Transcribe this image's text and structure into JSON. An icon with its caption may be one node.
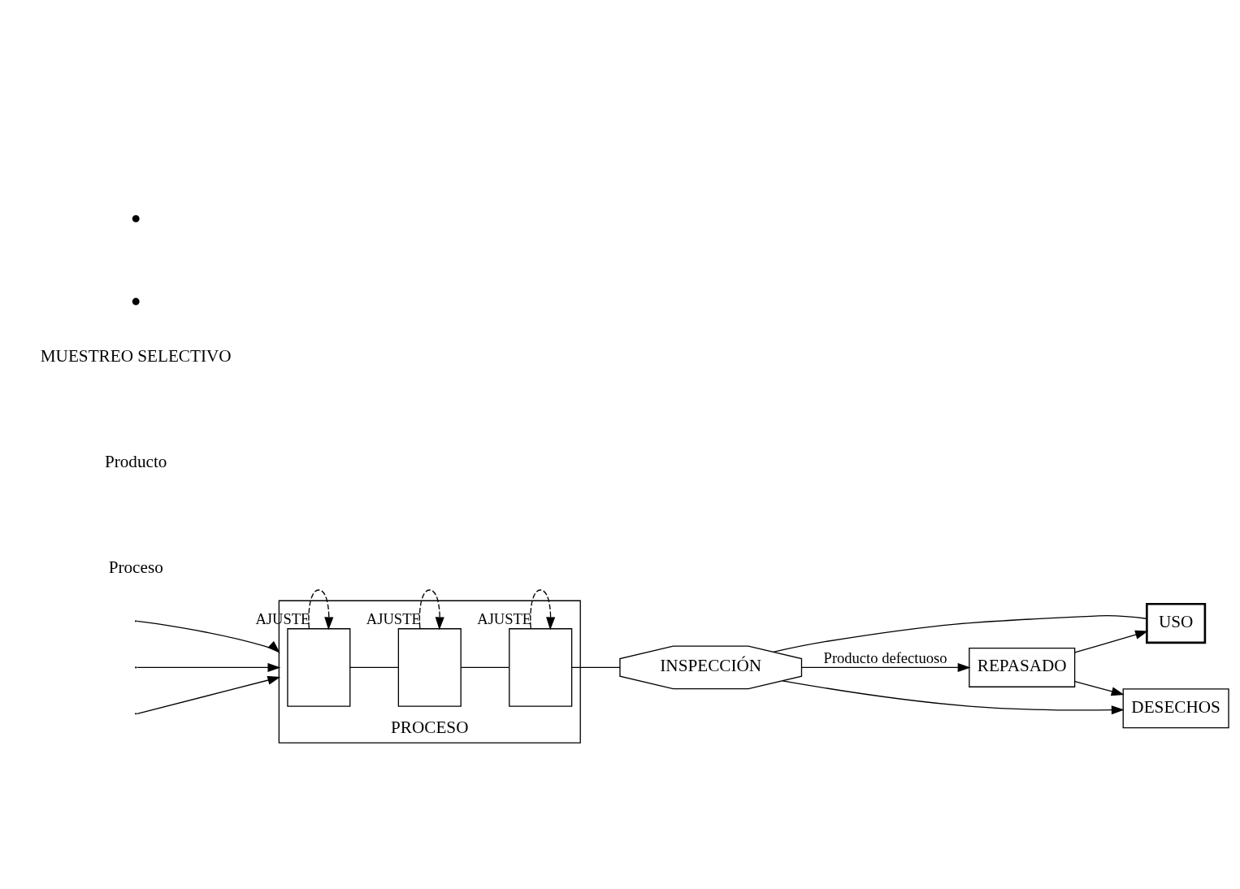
{
  "diagram": {
    "nodes": [
      {
        "text": [
          "PROCESO"
        ]
      },
      {
        "text": [],
        "shape": "box",
        "in": 0
      },
      {
        "text": [],
        "shape": "box",
        "in": 0
      },
      {
        "text": [],
        "shape": "box",
        "in": 0
      },
      {
        "text": [
          "INSPECCIÓN"
        ]
      },
      {
        "text": [
          "USO"
        ]
      },
      {
        "text": [
          "REPASADO"
        ]
      },
      {
        "text": [
          "DESECHOS"
        ]
      }
    ],
    "edges": [
      {
        "from": null,
        "to": 0,
        "arrow": "to"
      },
      {
        "from": null,
        "to": 0,
        "arrow": "to"
      },
      {
        "from": null,
        "to": 0,
        "arrow": "to"
      },
      {
        "from": 1,
        "to": 1,
        "arrow": "to",
        "style": "dashed",
        "label": "AJUSTE"
      },
      {
        "from": 2,
        "to": 2,
        "arrow": "to",
        "style": "dashed",
        "label": "AJUSTE"
      },
      {
        "from": 3,
        "to": 3,
        "arrow": "to",
        "style": "dashed",
        "label": "AJUSTE"
      },
      {
        "from": 1,
        "to": 2,
        "arrow": "none"
      },
      {
        "from": 2,
        "to": 3,
        "arrow": "none"
      },
      {
        "from": 3,
        "to": 4,
        "arrow": "none"
      },
      {
        "from": 4,
        "to": 6,
        "arrow": "to",
        "label": "Producto defectuoso"
      },
      {
        "from": 4,
        "to": 7,
        "arrow": "to"
      },
      {
        "from": 6,
        "to": 7,
        "arrow": "to"
      },
      {
        "from": 6,
        "to": 5,
        "arrow": "to"
      },
      {
        "from": 4,
        "to": 5,
        "arrow": "none"
      }
    ],
    "labels": [
      "MUESTREO SELECTIVO",
      "Producto",
      "Proceso"
    ]
  }
}
